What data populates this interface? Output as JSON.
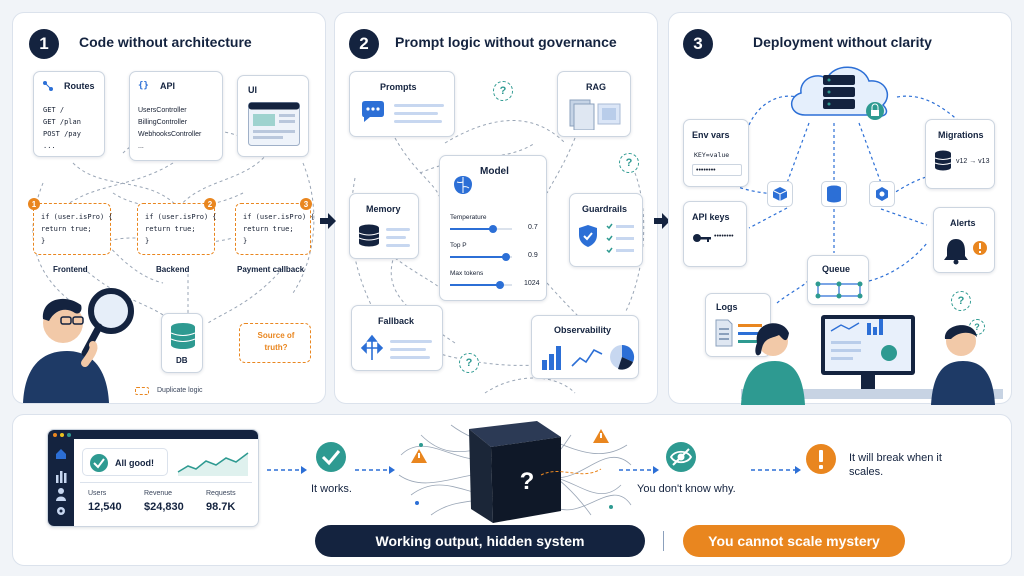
{
  "panel1": {
    "number": "1",
    "title": "Code without architecture",
    "routes": {
      "title": "Routes",
      "lines": [
        "GET /",
        "GET /plan",
        "POST /pay",
        "..."
      ]
    },
    "api": {
      "title": "API",
      "lines": [
        "UsersController",
        "BillingController",
        "WebhooksController",
        "..."
      ]
    },
    "ui": {
      "title": "UI"
    },
    "frontend": {
      "badge": "1",
      "code": [
        "if (user.isPro) {",
        "  return true;",
        "}"
      ],
      "label": "Frontend"
    },
    "backend": {
      "badge": "2",
      "code": [
        "if (user.isPro) {",
        "  return true;",
        "}"
      ],
      "label": "Backend"
    },
    "payment": {
      "badge": "3",
      "code": [
        "if (user.isPro) {",
        "  return true;",
        "}"
      ],
      "label": "Payment callback"
    },
    "db_label": "DB",
    "truth": "Source of truth?",
    "legend": "Duplicate logic"
  },
  "panel2": {
    "number": "2",
    "title": "Prompt logic without governance",
    "prompts": "Prompts",
    "rag": "RAG",
    "model": {
      "title": "Model",
      "params": [
        {
          "name": "Temperature",
          "value": "0.7",
          "fraction": 0.7
        },
        {
          "name": "Top P",
          "value": "0.9",
          "fraction": 0.9
        },
        {
          "name": "Max tokens",
          "value": "1024",
          "fraction": 0.8
        }
      ]
    },
    "memory": "Memory",
    "guardrails": "Guardrails",
    "fallback": "Fallback",
    "observability": "Observability"
  },
  "panel3": {
    "number": "3",
    "title": "Deployment without clarity",
    "env": {
      "title": "Env vars",
      "line1": "KEY=value",
      "line2": "••••••••"
    },
    "migrations": {
      "title": "Migrations",
      "line": "v12 → v13"
    },
    "apikeys": {
      "title": "API keys",
      "dots": "••••••••"
    },
    "alerts": "Alerts",
    "queue": "Queue",
    "logs": "Logs"
  },
  "bottom": {
    "status": "All good!",
    "stats": [
      {
        "label": "Users",
        "value": "12,540"
      },
      {
        "label": "Revenue",
        "value": "$24,830"
      },
      {
        "label": "Requests",
        "value": "98.7K"
      }
    ],
    "works": "It works.",
    "why": "You don't know why.",
    "break": "It will break when it scales.",
    "pill_left": "Working output, hidden system",
    "pill_right": "You cannot scale mystery"
  },
  "colors": {
    "navy": "#14233f",
    "teal": "#2e9a91",
    "orange": "#e9861f",
    "blue": "#2c6fd6"
  }
}
